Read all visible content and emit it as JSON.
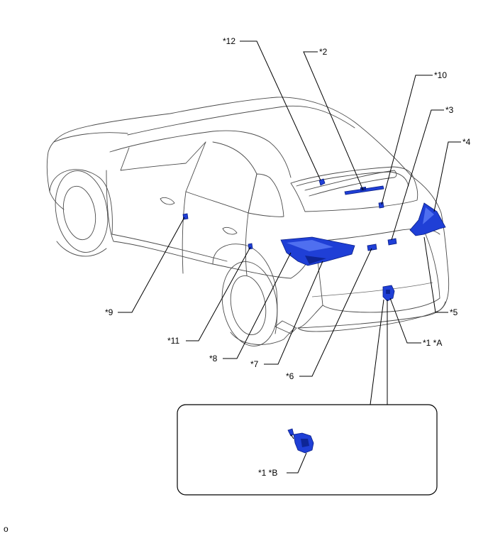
{
  "labels": {
    "l12": "*12",
    "l2": "*2",
    "l10": "*10",
    "l3": "*3",
    "l4": "*4",
    "l5": "*5",
    "l1a": "*1 *A",
    "l6": "*6",
    "l7": "*7",
    "l8": "*8",
    "l11": "*11",
    "l9": "*9",
    "l1b": "*1 *B"
  },
  "corner_mark": "o",
  "colors": {
    "part_fill": "#1f3fd6",
    "outline": "#4a4a4a",
    "leader": "#000000"
  }
}
